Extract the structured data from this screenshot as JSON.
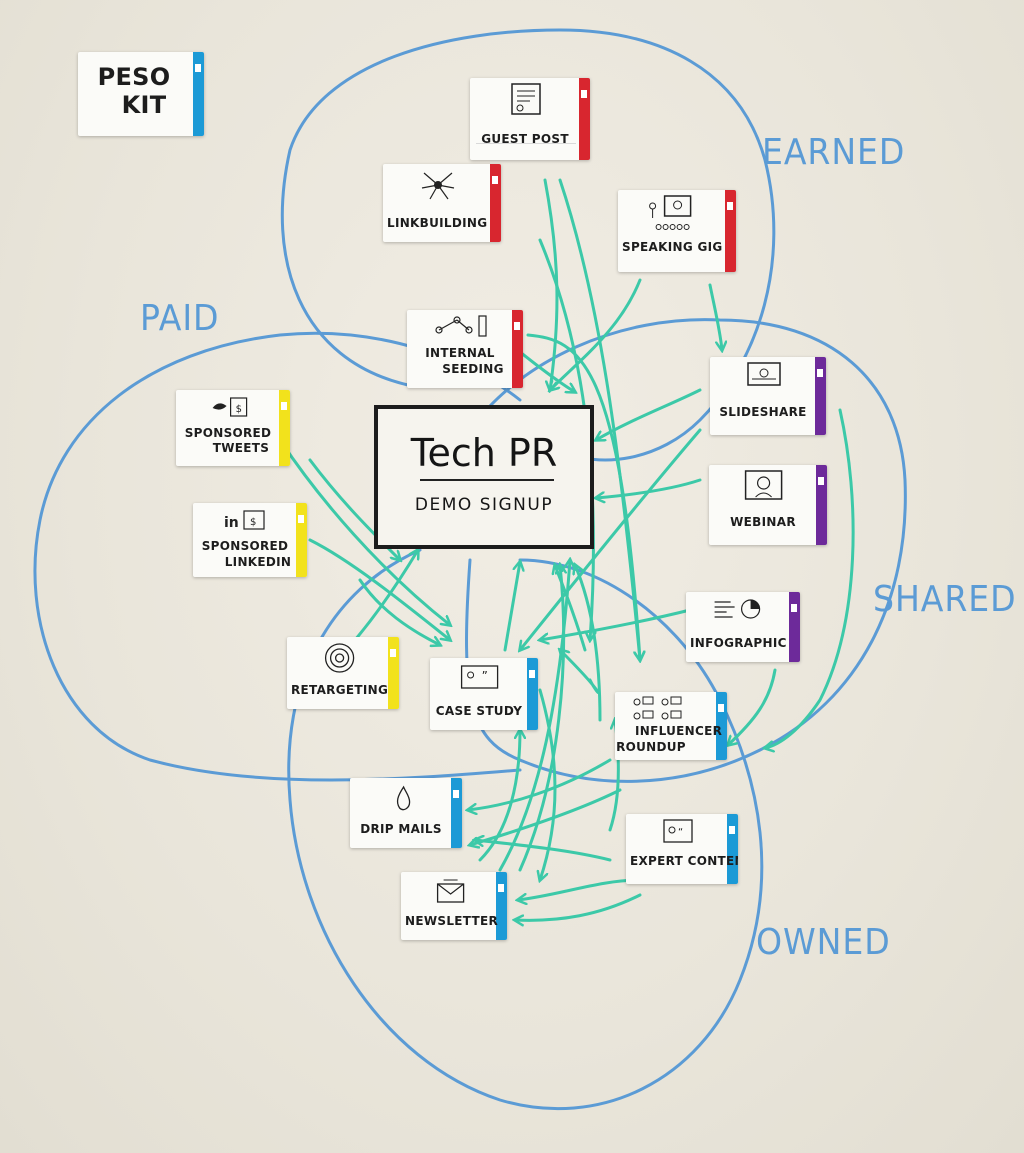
{
  "kit": {
    "title_line1": "PESO",
    "title_line2": "KIT"
  },
  "center": {
    "title": "Tech PR",
    "subtitle": "DEMO SIGNUP"
  },
  "zones": {
    "earned": "EARNED",
    "paid": "PAID",
    "shared": "SHARED",
    "owned": "OWNED"
  },
  "colors": {
    "earned": "#d8262f",
    "shared": "#6d2a9a",
    "paid": "#f2e21c",
    "owned": "#1c9ad6",
    "circle_stroke": "#5b9bd5",
    "arrow_stroke": "#3cc9a8"
  },
  "cards": {
    "guest_post": {
      "label": "GUEST POST",
      "icon": "document-icon"
    },
    "linkbuilding": {
      "label": "LINKBUILDING",
      "icon": "network-icon"
    },
    "speaking_gig": {
      "label": "SPEAKING GIG",
      "icon": "presentation-icon"
    },
    "internal_seeding": {
      "line1": "INTERNAL",
      "line2": "SEEDING",
      "icon": "people-icon"
    },
    "slideshare": {
      "label": "SLIDESHARE",
      "icon": "slides-icon"
    },
    "webinar": {
      "label": "WEBINAR",
      "icon": "speaker-icon"
    },
    "infographic": {
      "label": "INFOGRAPHIC",
      "icon": "chart-icon"
    },
    "sponsored_tweets": {
      "line1": "SPONSORED",
      "line2": "TWEETS",
      "icon": "twitter-icon"
    },
    "sponsored_linkedin": {
      "line1": "SPONSORED",
      "line2": "LINKEDIN",
      "icon_text": "in",
      "icon": "linkedin-icon"
    },
    "retargeting": {
      "label": "RETARGETING",
      "icon": "target-icon"
    },
    "case_study": {
      "label": "CASE STUDY",
      "icon": "quote-icon"
    },
    "influencer_roundup": {
      "line1": "INFLUENCER",
      "line2": "ROUNDUP",
      "icon": "chat-icon"
    },
    "drip_mails": {
      "label": "DRIP MAILS",
      "icon": "drop-icon"
    },
    "expert_content": {
      "label": "EXPERT CONTENT",
      "icon": "expert-icon"
    },
    "newsletter": {
      "label": "NEWSLETTER",
      "icon": "envelope-icon"
    }
  }
}
